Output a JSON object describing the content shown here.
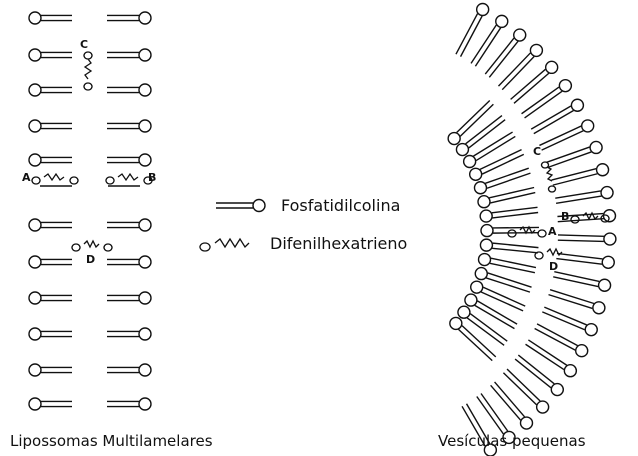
{
  "legend": {
    "phospholipid": "Fosfatidilcolina",
    "probe": "Difenilhexatrieno"
  },
  "captions": {
    "left": "Lipossomas Multilamelares",
    "right": "Vesículas pequenas"
  },
  "probe_labels": {
    "multilamellar": [
      "C",
      "A",
      "B",
      "D"
    ],
    "vesicle": [
      "C",
      "B",
      "A",
      "D"
    ]
  }
}
